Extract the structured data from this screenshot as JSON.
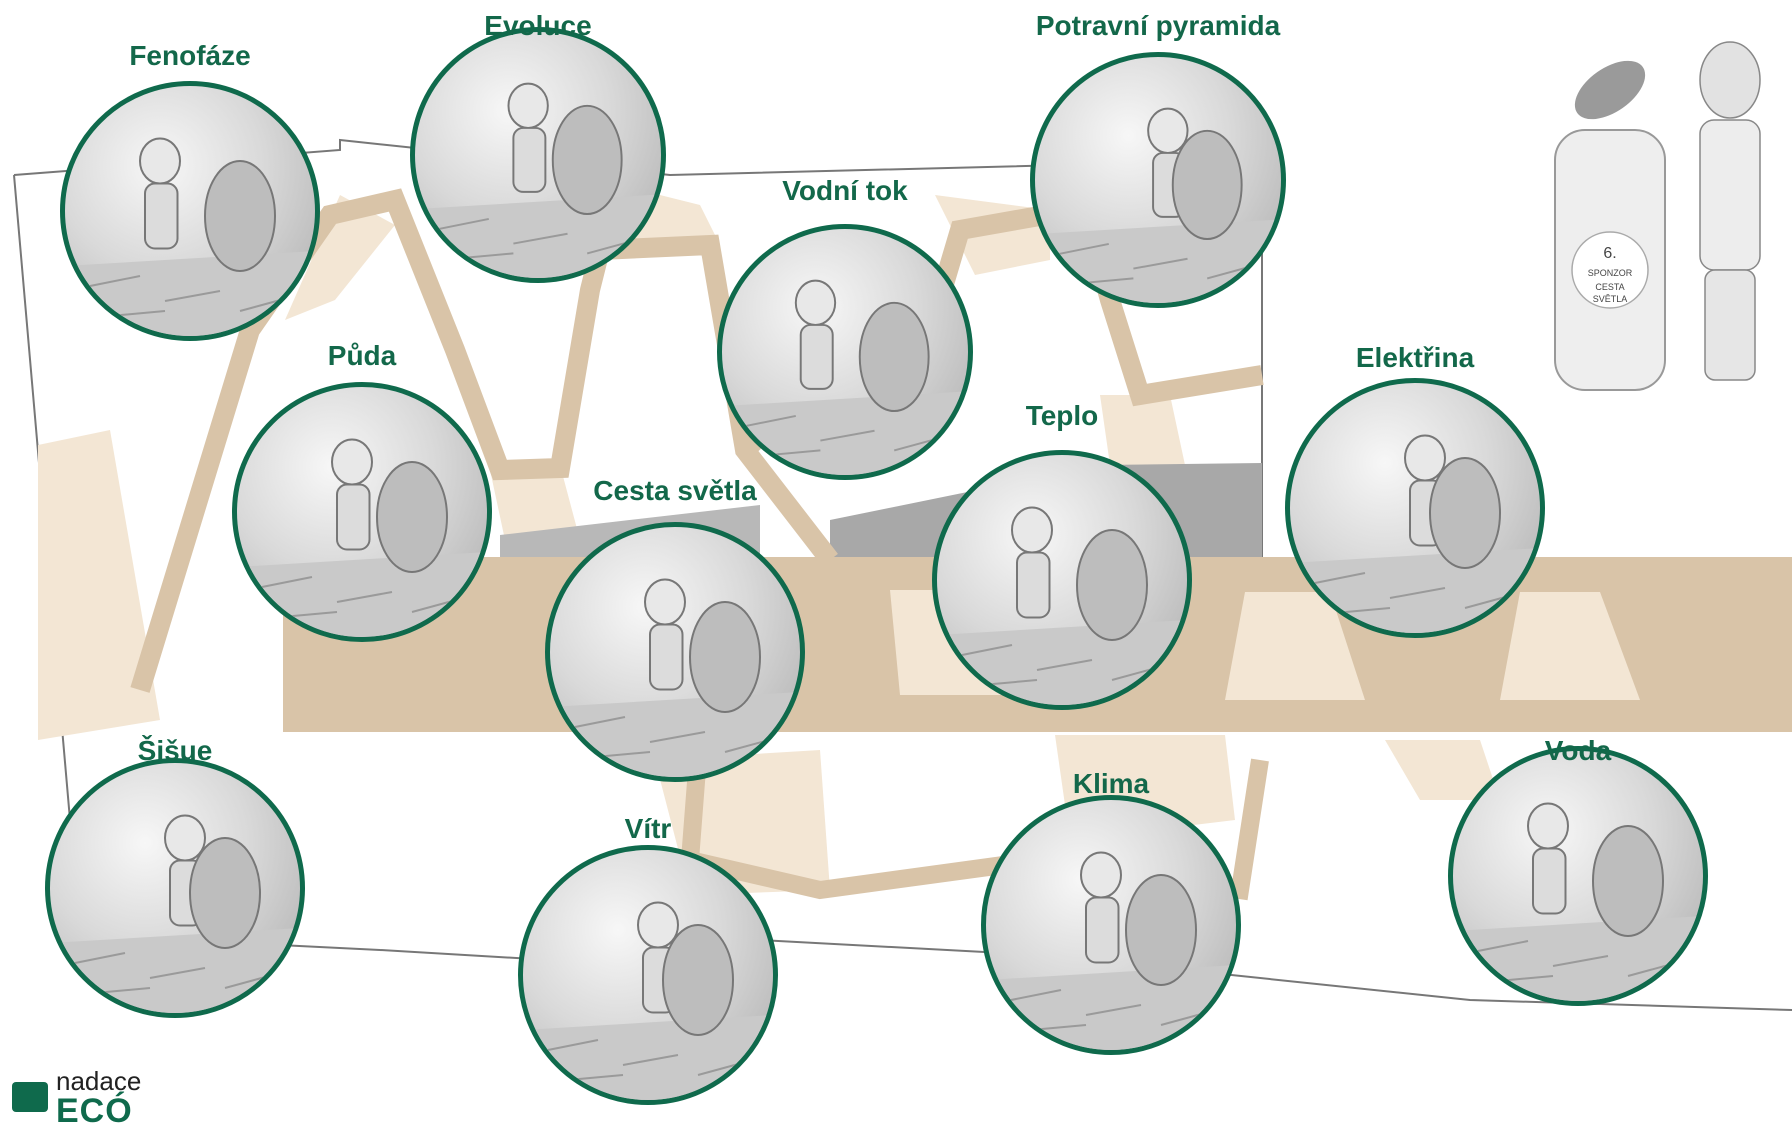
{
  "stations": [
    {
      "id": "fenofaze",
      "label": "Fenofáze"
    },
    {
      "id": "evoluce",
      "label": "Evoluce"
    },
    {
      "id": "potravni",
      "label": "Potravní pyramida"
    },
    {
      "id": "vodni",
      "label": "Vodní tok"
    },
    {
      "id": "puda",
      "label": "Půda"
    },
    {
      "id": "elektrina",
      "label": "Elektřina"
    },
    {
      "id": "teplo",
      "label": "Teplo"
    },
    {
      "id": "cesta",
      "label": "Cesta světla"
    },
    {
      "id": "sisue",
      "label": "Šišue"
    },
    {
      "id": "voda",
      "label": "Voda"
    },
    {
      "id": "klima",
      "label": "Klima"
    },
    {
      "id": "vitr",
      "label": "Vítr"
    }
  ],
  "sponsor_jar": {
    "number": "6.",
    "line1": "SPONZOR",
    "line2": "CESTA",
    "line3": "SVĚTLA"
  },
  "logo": {
    "top": "nadace",
    "word": "ECÓ"
  },
  "colors": {
    "label": "#13684a",
    "ring": "#0f6a4c",
    "path": "#d9c4a8",
    "path_light": "#f3e6d4",
    "outline": "#888888"
  }
}
